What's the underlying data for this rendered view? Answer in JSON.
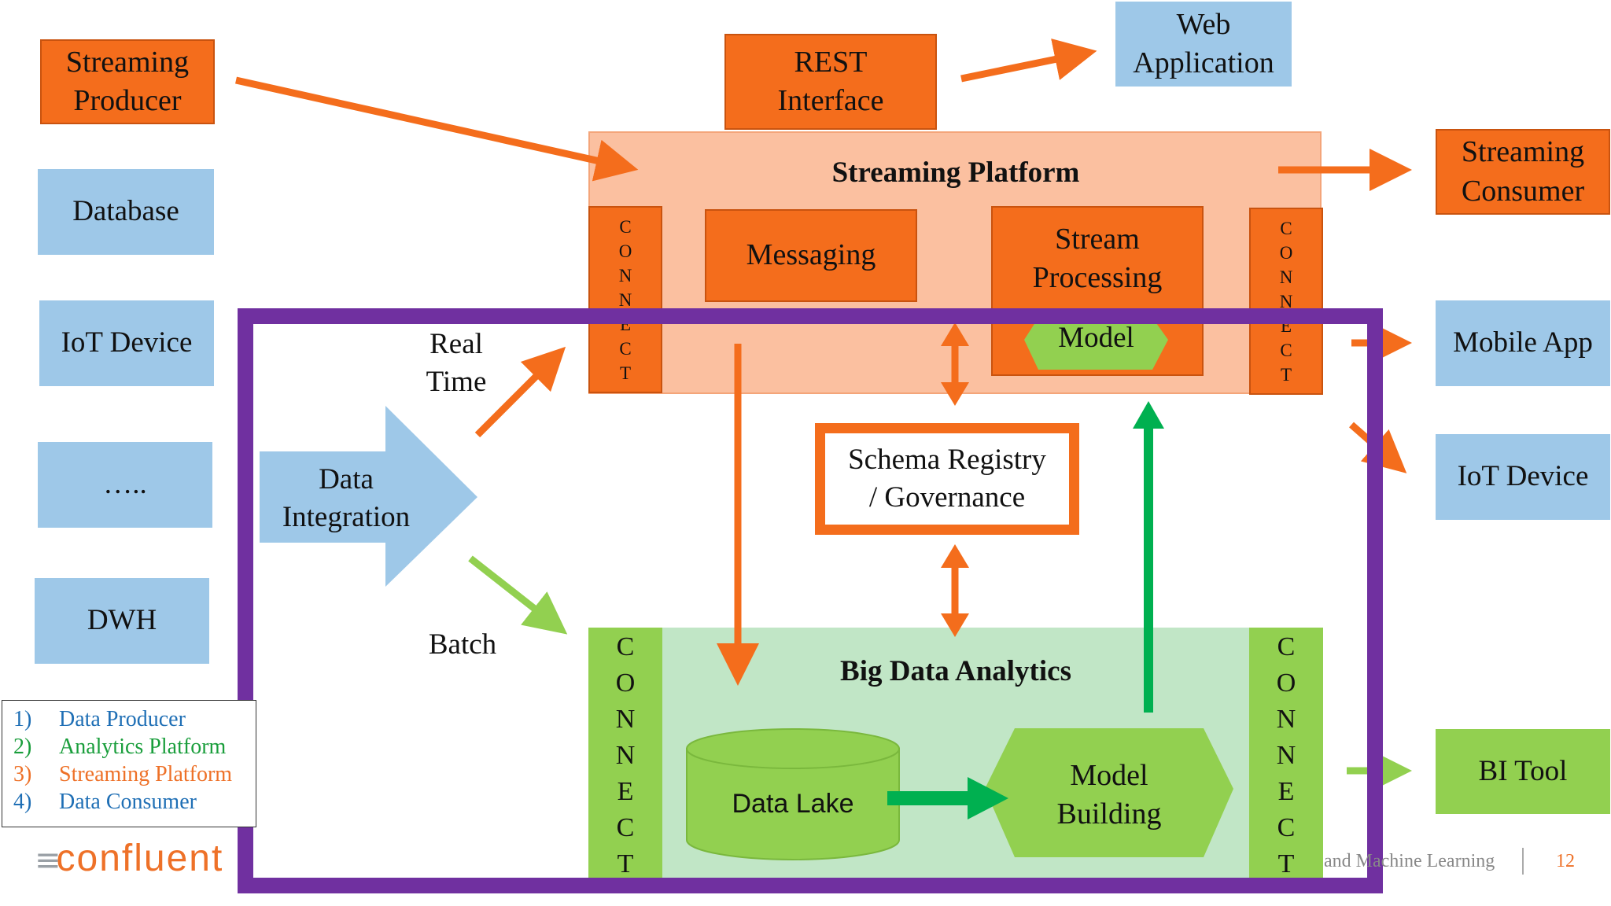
{
  "producers": {
    "streaming_producer": "Streaming\nProducer",
    "database": "Database",
    "iot_device": "IoT Device",
    "ellipsis": "…..",
    "dwh": "DWH"
  },
  "rest_interface": "REST\nInterface",
  "web_application": "Web\nApplication",
  "streaming_platform": {
    "title": "Streaming Platform",
    "messaging": "Messaging",
    "stream_processing": "Stream\nProcessing",
    "model": "Model",
    "connect_left": "CONNECT",
    "connect_right": "CONNECT"
  },
  "consumers": {
    "streaming_consumer": "Streaming\nConsumer",
    "mobile_app": "Mobile App",
    "iot_device": "IoT Device",
    "bi_tool": "BI Tool"
  },
  "data_integration": "Data\nIntegration",
  "real_time": "Real\nTime",
  "batch": "Batch",
  "schema_registry": "Schema Registry\n/ Governance",
  "big_data_analytics": {
    "title": "Big Data Analytics",
    "data_lake": "Data Lake",
    "model_building": "Model\nBuilding",
    "connect_left": "CONNECT",
    "connect_right": "CONNECT"
  },
  "legend": [
    {
      "num": "1)",
      "text": "Data Producer",
      "color": "#1f6fb5"
    },
    {
      "num": "2)",
      "text": "Analytics Platform",
      "color": "#1a9e3c"
    },
    {
      "num": "3)",
      "text": "Streaming Platform",
      "color": "#ee7128"
    },
    {
      "num": "4)",
      "text": "Data Consumer",
      "color": "#1f6fb5"
    }
  ],
  "logo": "confluent",
  "footer": {
    "text": "and Machine Learning",
    "page": "12"
  },
  "colors": {
    "orange": "#f46d1c",
    "light_orange": "#fbc0a0",
    "blue": "#9ec8e8",
    "green": "#92d050",
    "light_green": "#c1e6c6",
    "purple": "#7030a0",
    "dark_green": "#00b050"
  }
}
